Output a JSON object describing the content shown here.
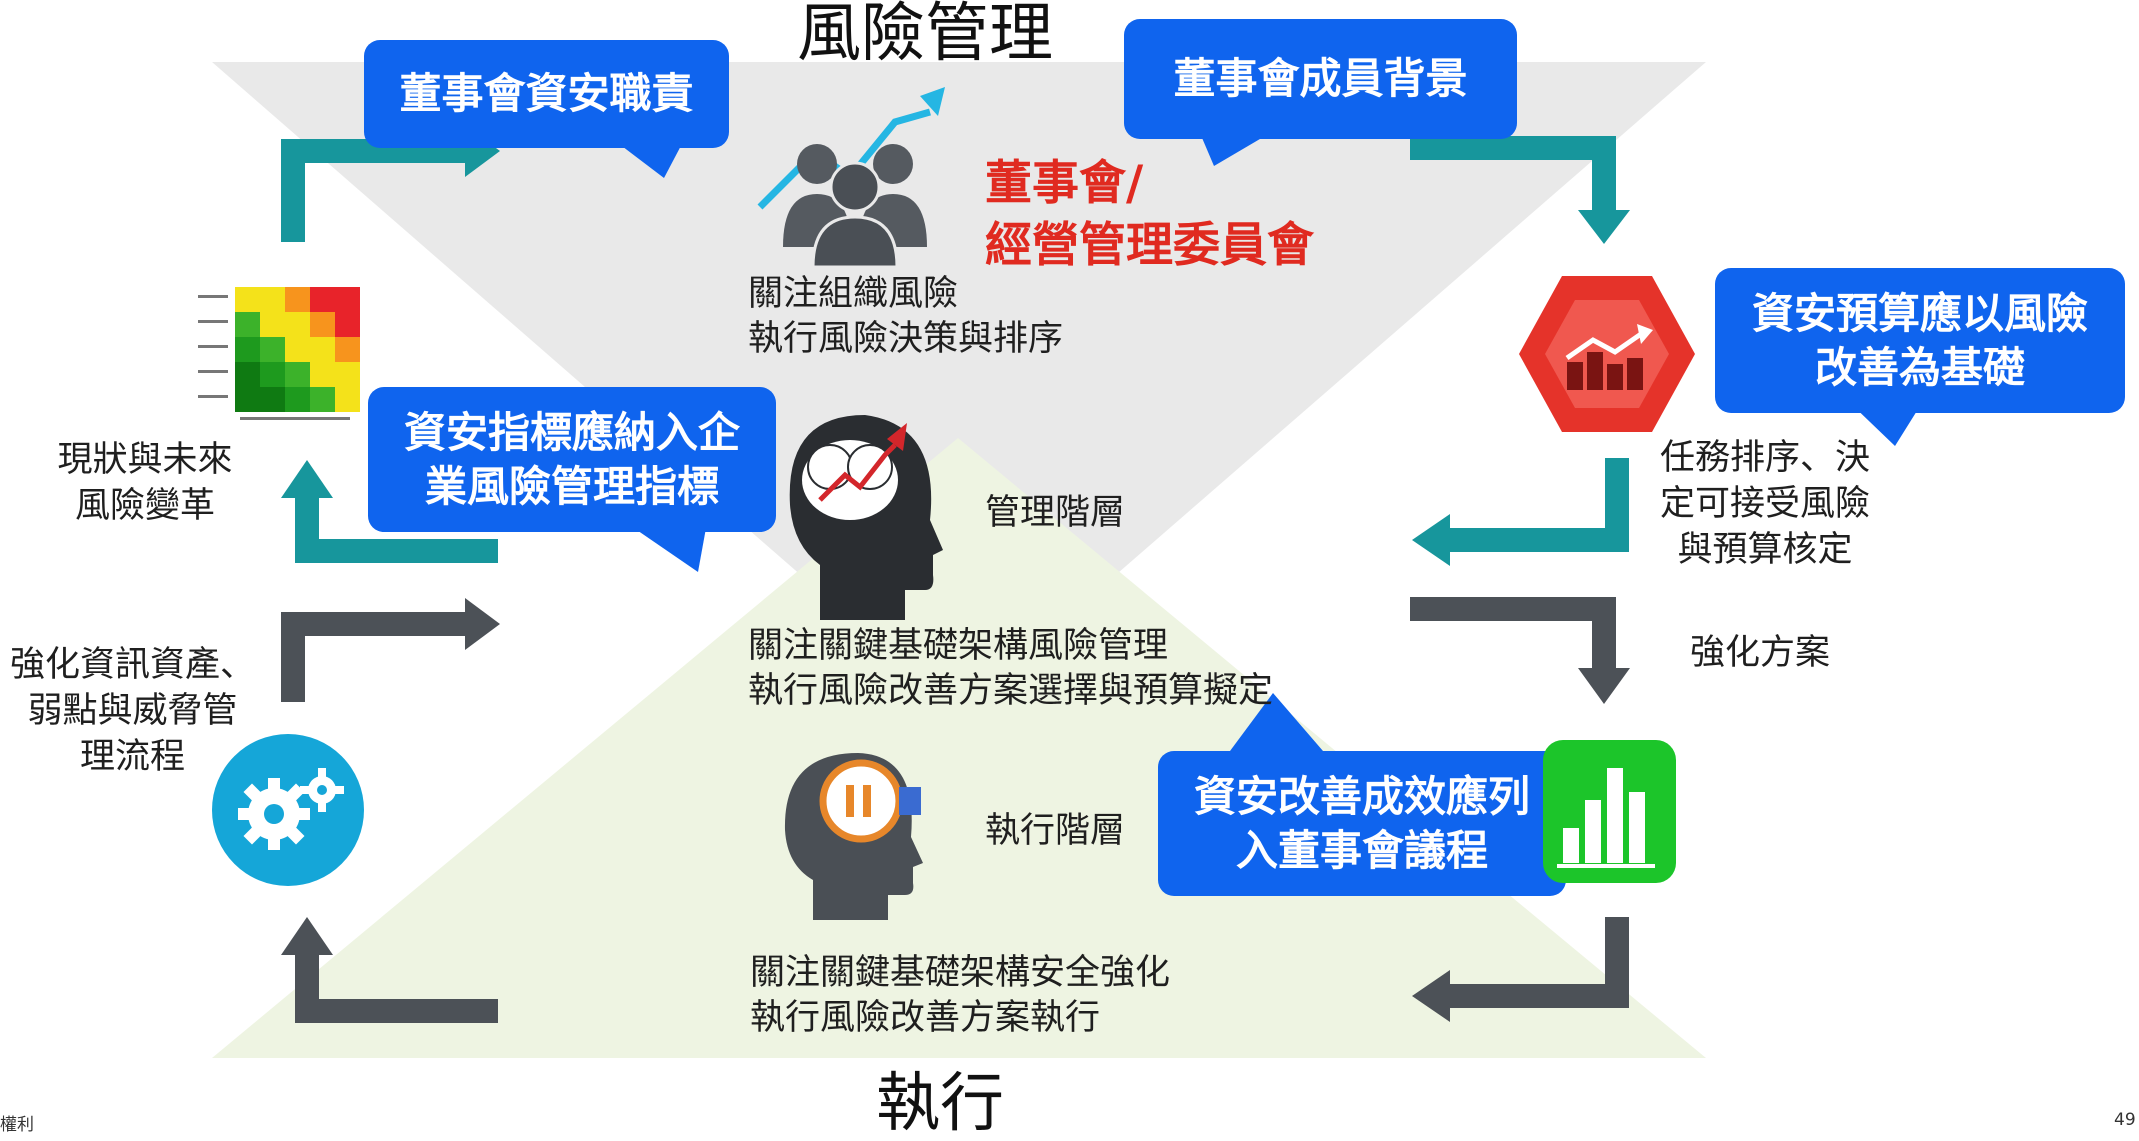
{
  "title_top": "風險管理",
  "title_bottom": "執行",
  "board": {
    "title_line1": "董事會/",
    "title_line2": "經營管理委員會",
    "focus_line1": "關注組織風險",
    "focus_line2": "執行風險決策與排序"
  },
  "management": {
    "label": "管理階層",
    "focus_line1": "關注關鍵基礎架構風險管理",
    "focus_line2": "執行風險改善方案選擇與預算擬定"
  },
  "execution": {
    "label": "執行階層",
    "focus_line1": "關注關鍵基礎架構安全強化",
    "focus_line2": "執行風險改善方案執行"
  },
  "callouts": {
    "board_duty": "董事會資安職責",
    "board_background": "董事會成員背景",
    "budget_line1": "資安預算應以風險",
    "budget_line2": "改善為基礎",
    "indicator_line1": "資安指標應納入企",
    "indicator_line2": "業風險管理指標",
    "agenda_line1": "資安改善成效應列",
    "agenda_line2": "入董事會議程"
  },
  "left_labels": {
    "risk_change_line1": "現狀與未來",
    "risk_change_line2": "風險變革",
    "process_line1": "強化資訊資產、",
    "process_line2": "弱點與威脅管",
    "process_line3": "理流程"
  },
  "right_labels": {
    "priority_line1": "任務排序、決",
    "priority_line2": "定可接受風險",
    "priority_line3": "與預算核定",
    "enhance": "強化方案"
  },
  "footer": {
    "left": "權利",
    "page_number": "49"
  },
  "colors": {
    "callout_blue": "#0f64ee",
    "teal_arrow": "#17969c",
    "dark_arrow": "#4c5157",
    "red_title": "#e02a20",
    "top_triangle": "#e9e9e9",
    "bottom_triangle": "#eef4e2",
    "hexagon_red": "#e5332a",
    "green_icon": "#1cc52a",
    "gear_blue": "#15a6d8"
  },
  "icons": {
    "board": "people-growth-icon",
    "management": "head-brain-growth-icon",
    "execution": "head-lightbulb-icon",
    "risk_matrix": "risk-matrix-icon",
    "budget": "hexagon-bar-chart-icon",
    "report": "green-bar-chart-icon",
    "process": "gears-icon"
  }
}
